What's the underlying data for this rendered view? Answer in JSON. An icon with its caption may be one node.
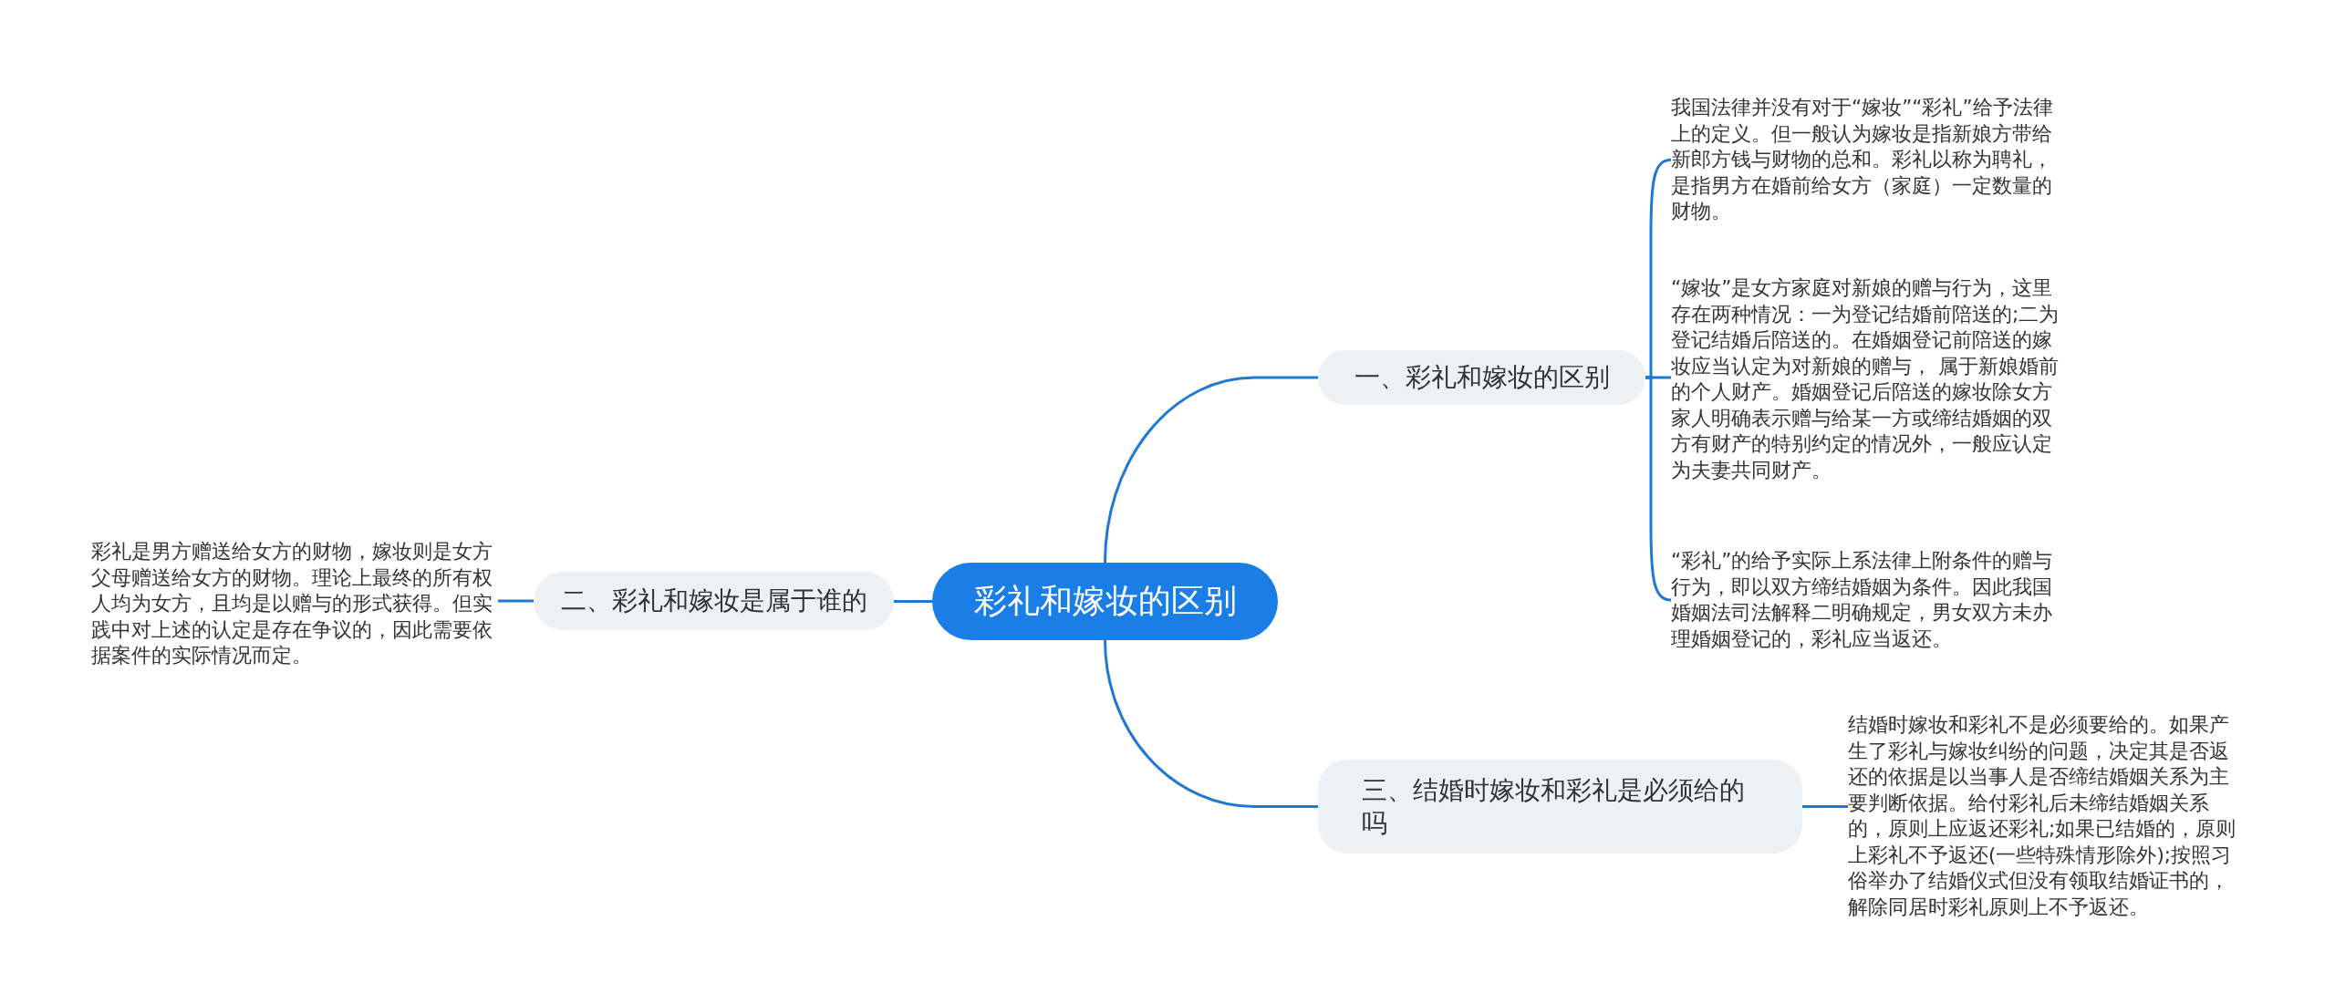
{
  "diagram": {
    "nodes": [
      {
        "text": [
          "彩礼和嫁妆的区别"
        ]
      },
      {
        "text": [
          "一、彩礼和嫁妆的区别"
        ]
      },
      {
        "text": [
          "我国法律并没有对于“嫁妆”“彩礼”给予法律上的定义。但一般认为嫁妆是指新娘方带给新郎方钱与财物的总和。彩礼以称为聘礼，是指男方在婚前给女方（家庭）一定数量的财物。"
        ]
      },
      {
        "text": [
          "“嫁妆”是女方家庭对新娘的赠与行为，这里存在两种情况：一为登记结婚前陪送的;二为登记结婚后陪送的。在婚姻登记前陪送的嫁妆应当认定为对新娘的赠与， 属于新娘婚前的个人财产。婚姻登记后陪送的嫁妆除女方家人明确表示赠与给某一方或缔结婚姻的双方有财产的特别约定的情况外，一般应认定为夫妻共同财产。"
        ]
      },
      {
        "text": [
          "“彩礼”的给予实际上系法律上附条件的赠与行为，即以双方缔结婚姻为条件。因此我国婚姻法司法解释二明确规定，男女双方未办理婚姻登记的，彩礼应当返还。"
        ]
      },
      {
        "text": [
          "二、彩礼和嫁妆是属于谁的"
        ]
      },
      {
        "text": [
          "彩礼是男方赠送给女方的财物，嫁妆则是女方父母赠送给女方的财物。理论上最终的所有权人均为女方，且均是以赠与的形式获得。但实践中对上述的认定是存在争议的，因此需要依据案件的实际情况而定。"
        ]
      },
      {
        "text": [
          "三、结婚时嫁妆和彩礼是必须给的吗"
        ]
      },
      {
        "text": [
          "结婚时嫁妆和彩礼不是必须要给的。如果产生了彩礼与嫁妆纠纷的问题，决定其是否返还的依据是以当事人是否缔结婚姻关系为主要判断依据。给付彩礼后未缔结婚姻关系的，原则上应返还彩礼;如果已结婚的，原则上彩礼不予返还(一些特殊情形除外);按照习俗举办了结婚仪式但没有领取结婚证书的，解除同居时彩礼原则上不予返还。"
        ]
      }
    ],
    "edges": [
      {
        "from": 0,
        "to": 1,
        "arrow": "none"
      },
      {
        "from": 1,
        "to": 2,
        "arrow": "none"
      },
      {
        "from": 1,
        "to": 3,
        "arrow": "none"
      },
      {
        "from": 1,
        "to": 4,
        "arrow": "none"
      },
      {
        "from": 0,
        "to": 5,
        "arrow": "none"
      },
      {
        "from": 5,
        "to": 6,
        "arrow": "none"
      },
      {
        "from": 0,
        "to": 7,
        "arrow": "none"
      },
      {
        "from": 7,
        "to": 8,
        "arrow": "none"
      }
    ]
  }
}
